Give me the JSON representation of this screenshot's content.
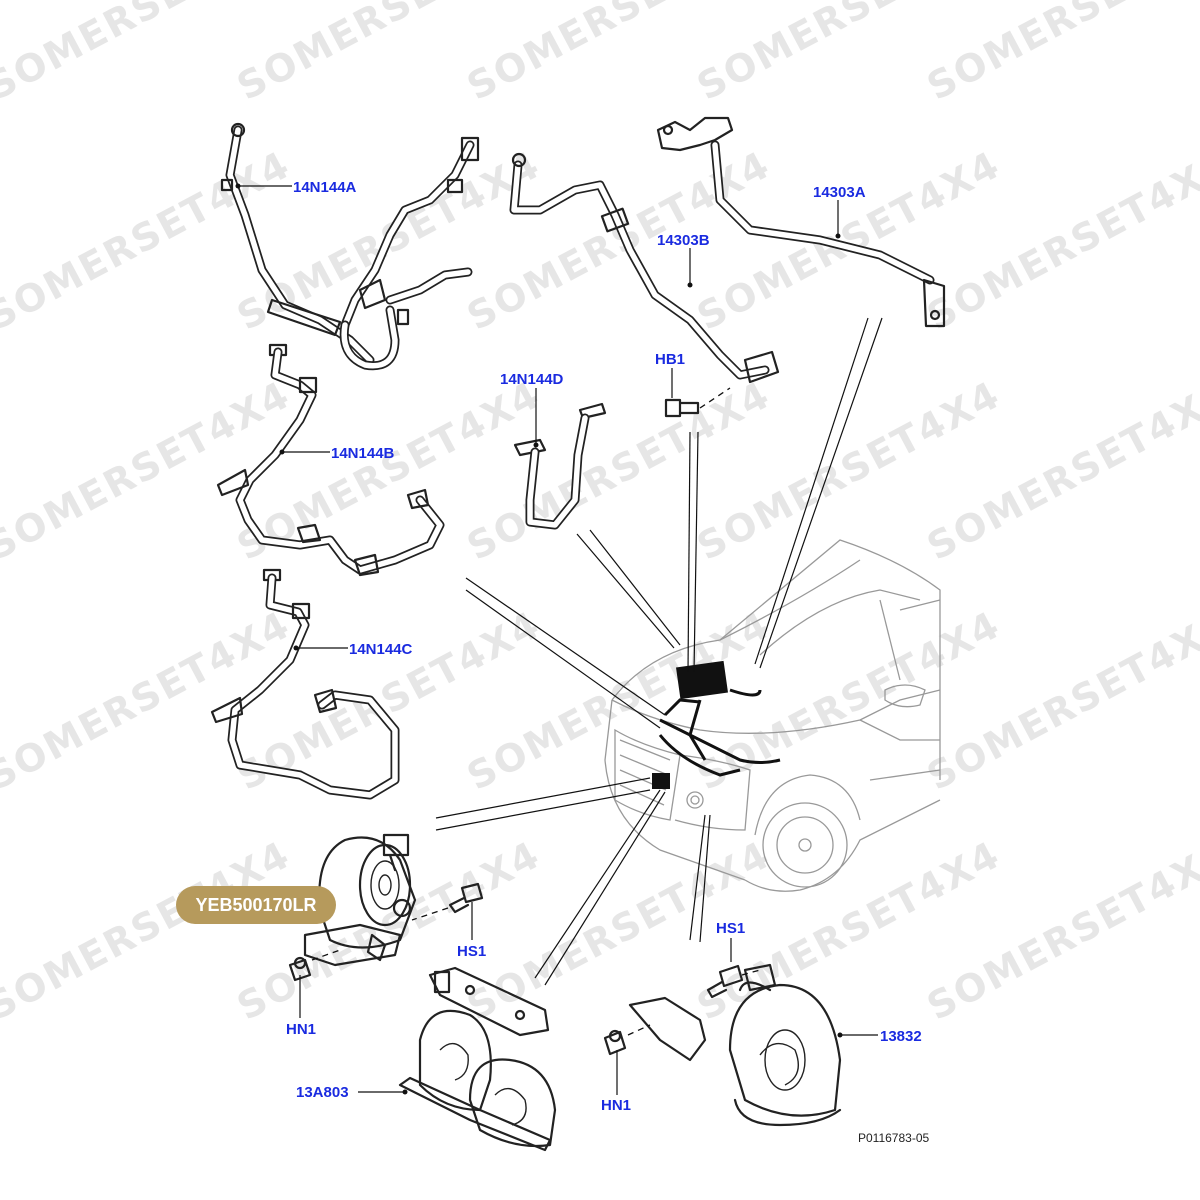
{
  "watermark_text": "SOMERSET4X4",
  "badge": "YEB500170LR",
  "figure_ref": "P0116783-05",
  "callouts": {
    "c14N144A": "14N144A",
    "c14303A": "14303A",
    "c14303B": "14303B",
    "cHB1": "HB1",
    "c14N144D": "14N144D",
    "c14N144B": "14N144B",
    "c14N144C": "14N144C",
    "cHS1_left": "HS1",
    "cHN1_left": "HN1",
    "c13A803": "13A803",
    "cHS1_right": "HS1",
    "c13832": "13832",
    "cHN1_right": "HN1"
  },
  "colors": {
    "callout": "#1a2be0",
    "badge": "#b69a5c",
    "watermark": "#e6e6e6"
  }
}
